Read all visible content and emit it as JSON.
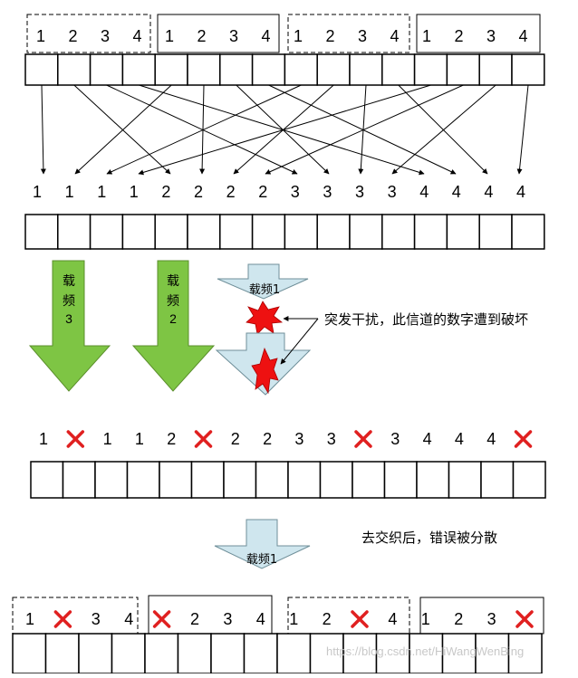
{
  "top_group_digits": [
    "1",
    "2",
    "3",
    "4",
    "1",
    "2",
    "3",
    "4",
    "1",
    "2",
    "3",
    "4",
    "1",
    "2",
    "3",
    "4"
  ],
  "interleaved_digits": [
    "1",
    "1",
    "1",
    "1",
    "2",
    "2",
    "2",
    "2",
    "3",
    "3",
    "3",
    "3",
    "4",
    "4",
    "4",
    "4"
  ],
  "carriers": {
    "carrier3": [
      "载",
      "频",
      "3"
    ],
    "carrier2": [
      "载",
      "频",
      "2"
    ],
    "carrier1_label": "载频1"
  },
  "burst_note": "突发干扰，此信道的数字遭到破坏",
  "received_digits": [
    "1",
    "X",
    "1",
    "1",
    "2",
    "X",
    "2",
    "2",
    "3",
    "3",
    "X",
    "3",
    "4",
    "4",
    "4",
    "X"
  ],
  "deinterleave_note": "去交织后，错误被分散",
  "deinterleave_carrier_label": "载频1",
  "final_digits": [
    "1",
    "X",
    "3",
    "4",
    "X",
    "2",
    "3",
    "4",
    "1",
    "2",
    "X",
    "4",
    "1",
    "2",
    "3",
    "X"
  ],
  "watermark": "https://blog.csdn.net/HiWangWenBing",
  "colors": {
    "green_arrow": "#7ec544",
    "light_arrow": "#cfe6ee",
    "burst": "#ee1111",
    "error_mark": "#e02020"
  }
}
